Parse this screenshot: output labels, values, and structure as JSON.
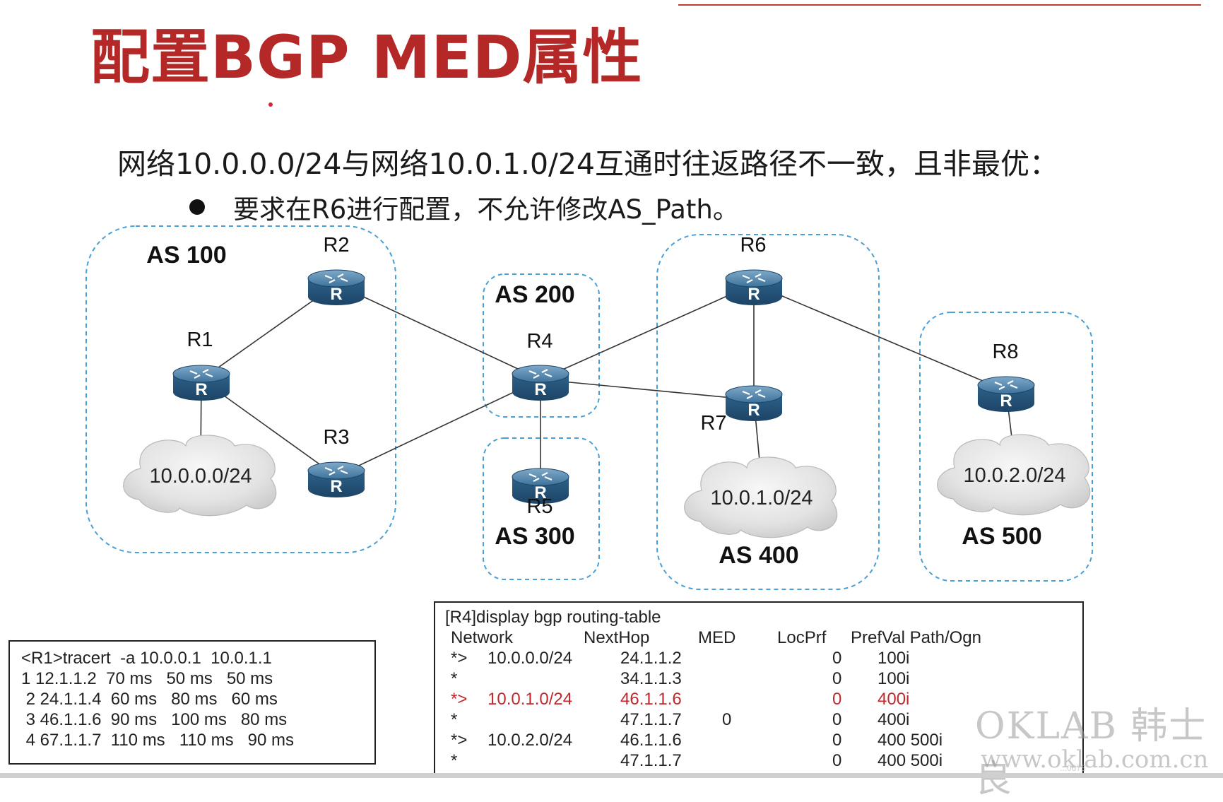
{
  "slide": {
    "title": "配置BGP MED属性",
    "subtitle": "网络10.0.0.0/24与网络10.0.1.0/24互通时往返路径不一致，且非最优：",
    "bullet": "要求在R6进行配置，不允许修改AS_Path。"
  },
  "diagram": {
    "as_groups": [
      {
        "id": "as100",
        "label": "AS 100"
      },
      {
        "id": "as200",
        "label": "AS 200"
      },
      {
        "id": "as300",
        "label": "AS 300"
      },
      {
        "id": "as400",
        "label": "AS 400"
      },
      {
        "id": "as500",
        "label": "AS 500"
      }
    ],
    "routers": [
      {
        "id": "r1",
        "label": "R1",
        "icon": "router-icon"
      },
      {
        "id": "r2",
        "label": "R2",
        "icon": "router-icon"
      },
      {
        "id": "r3",
        "label": "R3",
        "icon": "router-icon"
      },
      {
        "id": "r4",
        "label": "R4",
        "icon": "router-icon"
      },
      {
        "id": "r5",
        "label": "R5",
        "icon": "router-icon"
      },
      {
        "id": "r6",
        "label": "R6",
        "icon": "router-icon"
      },
      {
        "id": "r7",
        "label": "R7",
        "icon": "router-icon"
      },
      {
        "id": "r8",
        "label": "R8",
        "icon": "router-icon"
      }
    ],
    "router_glyph": "R",
    "networks": [
      {
        "id": "net0",
        "label": "10.0.0.0/24",
        "icon": "cloud-icon"
      },
      {
        "id": "net1",
        "label": "10.0.1.0/24",
        "icon": "cloud-icon"
      },
      {
        "id": "net2",
        "label": "10.0.2.0/24",
        "icon": "cloud-icon"
      }
    ],
    "links": [
      [
        "r1",
        "r2"
      ],
      [
        "r1",
        "r3"
      ],
      [
        "r2",
        "r4"
      ],
      [
        "r3",
        "r4"
      ],
      [
        "r4",
        "r5"
      ],
      [
        "r4",
        "r6"
      ],
      [
        "r4",
        "r7"
      ],
      [
        "r6",
        "r7"
      ],
      [
        "r6",
        "r8"
      ],
      [
        "r1",
        "net0"
      ],
      [
        "r7",
        "net1"
      ],
      [
        "r8",
        "net2"
      ]
    ]
  },
  "tracert": {
    "lines": [
      "<R1>tracert  -a 10.0.0.1  10.0.1.1",
      "1 12.1.1.2  70 ms   50 ms   50 ms",
      " 2 24.1.1.4  60 ms   80 ms   60 ms",
      " 3 46.1.1.6  90 ms   100 ms   80 ms",
      " 4 67.1.1.7  110 ms   110 ms   90 ms"
    ]
  },
  "bgp_table": {
    "command": "[R4]display bgp routing-table",
    "headers": {
      "network": "Network",
      "nexthop": "NextHop",
      "med": "MED",
      "locprf": "LocPrf",
      "prefval_path": "PrefVal Path/Ogn"
    },
    "rows": [
      {
        "flag": "*>",
        "network": "10.0.0.0/24",
        "nexthop": "24.1.1.2",
        "med": "",
        "prefval": "0",
        "path": "100i",
        "highlight": false
      },
      {
        "flag": "*",
        "network": "",
        "nexthop": "34.1.1.3",
        "med": "",
        "prefval": "0",
        "path": "100i",
        "highlight": false
      },
      {
        "flag": "*>",
        "network": "10.0.1.0/24",
        "nexthop": "46.1.1.6",
        "med": "",
        "prefval": "0",
        "path": "400i",
        "highlight": true
      },
      {
        "flag": "*",
        "network": "",
        "nexthop": "47.1.1.7",
        "med": "0",
        "prefval": "0",
        "path": "400i",
        "highlight": false
      },
      {
        "flag": "*>",
        "network": "10.0.2.0/24",
        "nexthop": "46.1.1.6",
        "med": "",
        "prefval": "0",
        "path": "400 500i",
        "highlight": false
      },
      {
        "flag": "*",
        "network": "",
        "nexthop": "47.1.1.7",
        "med": "",
        "prefval": "0",
        "path": "400 500i",
        "highlight": false
      }
    ]
  },
  "watermark": {
    "brand": "OKLAB 韩士良",
    "url": "www.oklab.com.cn",
    "small": "...0673"
  },
  "colors": {
    "title": "#b42828",
    "highlight": "#c0282d",
    "as_border": "#4a9fd4",
    "router_body": "#2d5f86",
    "link": "#333333"
  }
}
